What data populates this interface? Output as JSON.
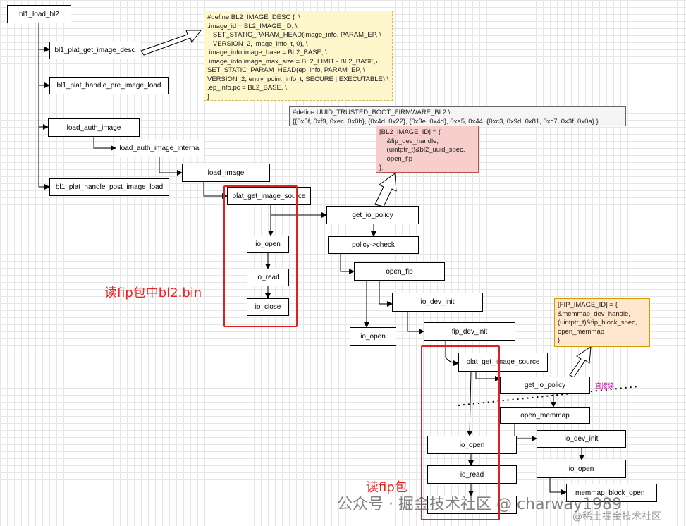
{
  "nodes": {
    "bl1_load_bl2": "bl1_load_bl2",
    "bl1_plat_get_image_desc": "bl1_plat_get_image_desc",
    "bl1_plat_handle_pre_image_load": "bl1_plat_handle_pre_image_load",
    "load_auth_image": "load_auth_image",
    "load_auth_image_internal": "load_auth_image_internal",
    "load_image": "load_image",
    "bl1_plat_handle_post_image_load": "bl1_plat_handle_post_image_load",
    "plat_get_image_source_1": "plat_get_image_source",
    "get_io_policy_1": "get_io_policy",
    "policy_check": "policy->check",
    "open_fip": "open_fip",
    "io_open_1": "io_open",
    "io_read_1": "io_read",
    "io_close_1": "io_close",
    "io_dev_init_1": "io_dev_init",
    "io_open_2": "io_open",
    "fip_dev_init": "fip_dev_init",
    "plat_get_image_source_2": "plat_get_image_source",
    "get_io_policy_2": "get_io_policy",
    "open_memmap": "open_memmap",
    "io_dev_init_2": "io_dev_init",
    "io_open_3": "io_open",
    "io_open_4": "io_open",
    "io_read_2": "io_read",
    "memmap_block_open": "memmap_block_open"
  },
  "notes": {
    "bl2_image_desc": "#define BL2_IMAGE_DESC {  \\\n.image_id = BL2_IMAGE_ID, \\\n   SET_STATIC_PARAM_HEAD(image_info, PARAM_EP, \\\n   VERSION_2, image_info_t, 0), \\\n.image_info.image_base = BL2_BASE, \\\n.image_info.image_max_size = BL2_LIMIT - BL2_BASE,\\\nSET_STATIC_PARAM_HEAD(ep_info, PARAM_EP, \\\nVERSION_2, entry_point_info_t, SECURE | EXECUTABLE),\\\n.ep_info.pc = BL2_BASE, \\\n}",
    "uuid_fw_bl2": "#define UUID_TRUSTED_BOOT_FIRMWARE_BL2 \\\n{{0x5f, 0xf9, 0xec, 0x0b}, {0x4d, 0x22}, {0x3e, 0x4d}, 0xa5, 0x44, {0xc3, 0x9d, 0x81, 0xc7, 0x3f, 0x0a} }",
    "bl2_image_id": "[BL2_IMAGE_ID] = {\n    &fip_dev_handle,\n    (uintptr_t)&bl2_uuid_spec,\n    open_fip\n},",
    "fip_image_id": "[FIP_IMAGE_ID] = {\n&memmap_dev_handle,\n(uintptr_t)&fip_block_spec,\nopen_memmap\n},"
  },
  "annotations": {
    "read_bl2": "读fip包中bl2.bin",
    "read_fip": "读fip包",
    "direct_read": "直接读"
  },
  "watermark": {
    "main": "公众号 · 掘金技术社区 @ charway1989",
    "corner": "@稀土掘金技术社区"
  }
}
